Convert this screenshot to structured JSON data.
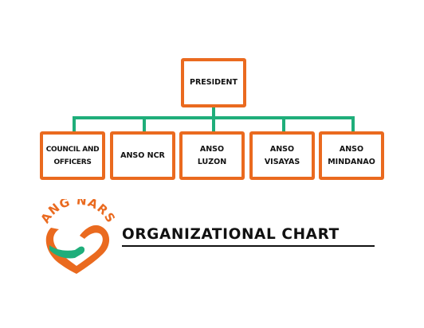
{
  "colors": {
    "box_border": "#ea6a1f",
    "connector": "#1fae7a",
    "logo_orange": "#ea6a1f",
    "logo_green": "#1fae7a"
  },
  "org_chart": {
    "top": "PRESIDENT",
    "children": [
      "COUNCIL AND\nOFFICERS",
      "ANSO NCR",
      "ANSO\nLUZON",
      "ANSO\nVISAYAS",
      "ANSO\nMINDANAO"
    ]
  },
  "logo": {
    "text": "ANG NARS",
    "icon": "heart-handshake-icon"
  },
  "title": "ORGANIZATIONAL CHART"
}
